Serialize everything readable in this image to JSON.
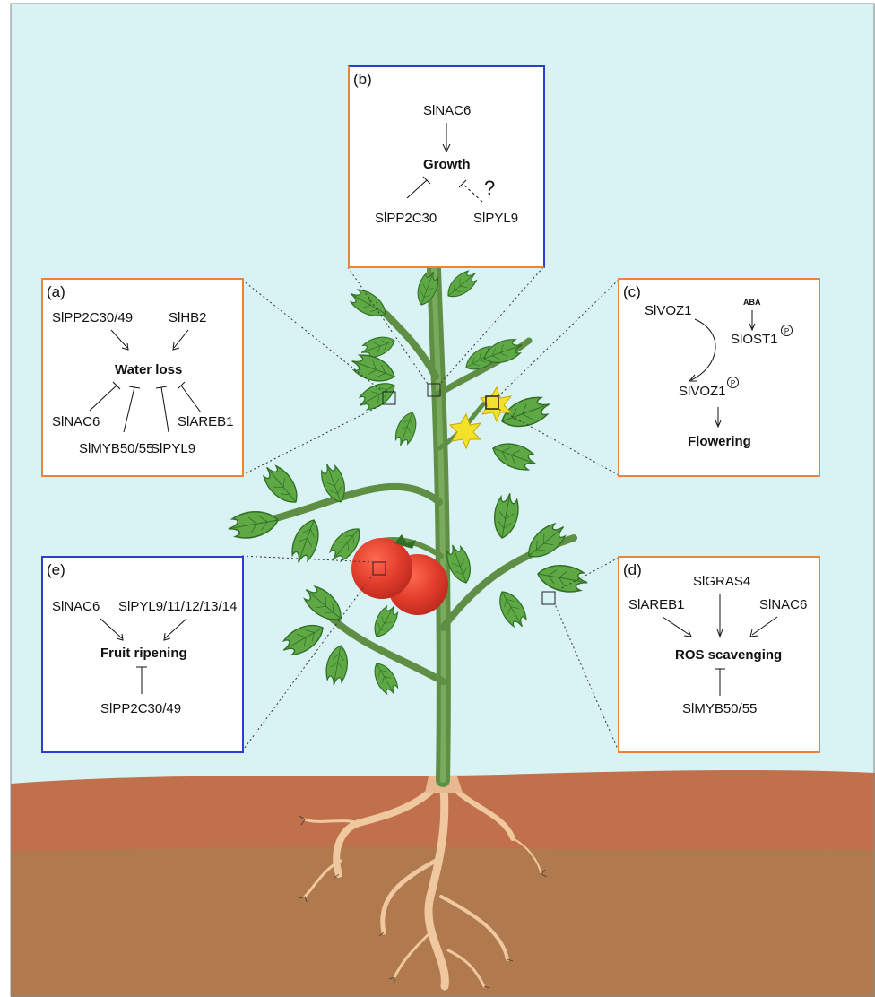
{
  "panels": {
    "a": {
      "label": "(a)",
      "title": "Water loss",
      "genes": [
        "SlPP2C30/49",
        "SlHB2",
        "SlNAC6",
        "SlMYB50/55",
        "SlPYL9",
        "SlAREB1"
      ]
    },
    "b": {
      "label": "(b)",
      "title": "Growth",
      "top_gene": "SlNAC6",
      "genes": [
        "SlPP2C30",
        "SlPYL9"
      ],
      "question": "?"
    },
    "c": {
      "label": "(c)",
      "genes": [
        "SlVOZ1",
        "ABA",
        "SlOST1",
        "SlVOZ1"
      ],
      "phospho_symbol": "P",
      "title": "Flowering"
    },
    "d": {
      "label": "(d)",
      "title": "ROS scavenging",
      "genes": [
        "SlGRAS4",
        "SlAREB1",
        "SlNAC6",
        "SlMYB50/55"
      ]
    },
    "e": {
      "label": "(e)",
      "title": "Fruit ripening",
      "genes": [
        "SlNAC6",
        "SlPYL9/11/12/13/14",
        "SlPP2C30/49"
      ]
    }
  },
  "colors": {
    "sky": "#d9f2f4",
    "soil_top": "#c0704a",
    "soil_bottom": "#b07a4e",
    "leaf": "#4e9a3a",
    "leaf_dark": "#2f6e24",
    "stem": "#5f8e45",
    "tomato": "#e03b2b",
    "flower": "#f4e22a",
    "root": "#f0c8a0",
    "panel_orange": "#e8853a",
    "panel_blue": "#2a3fd0"
  }
}
